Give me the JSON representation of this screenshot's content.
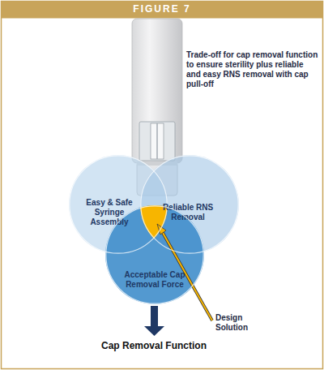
{
  "diagram": {
    "title": "FIGURE 7",
    "nodes": [
      {
        "text": [
          "Easy & Safe Syringe Assembly"
        ]
      },
      {
        "text": [
          "Reliable RNS Removal"
        ]
      },
      {
        "text": [
          "Acceptable Cap Removal Force"
        ]
      }
    ],
    "labels": [
      "Trade-off for cap removal function to ensure sterility plus reliable and easy RNS removal with cap pull-off",
      "Design Solution",
      "Cap Removal Function"
    ]
  }
}
